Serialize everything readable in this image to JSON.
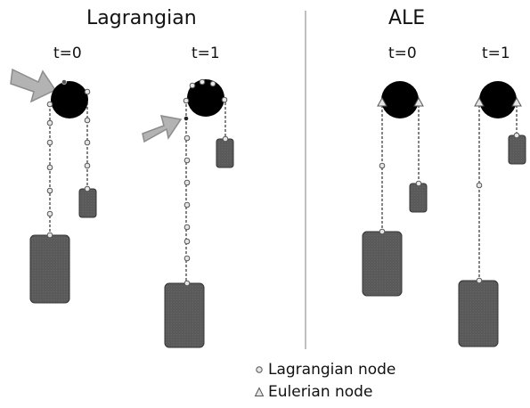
{
  "sections": {
    "lagrangian": {
      "title": "Lagrangian",
      "time_labels": [
        "t=0",
        "t=1"
      ]
    },
    "ale": {
      "title": "ALE",
      "time_labels": [
        "t=0",
        "t=1"
      ]
    }
  },
  "legend": {
    "lagrangian_node": "Lagrangian node",
    "eulerian_node": "Eulerian node"
  },
  "colors": {
    "pulley": "#000000",
    "weight": "#595959",
    "arrow": "#b3b3b3",
    "node_fill": "#e6e6e6",
    "divider": "#7f7f7f"
  },
  "icons": {
    "lagrangian_node": "circle-icon",
    "eulerian_node": "triangle-icon"
  }
}
